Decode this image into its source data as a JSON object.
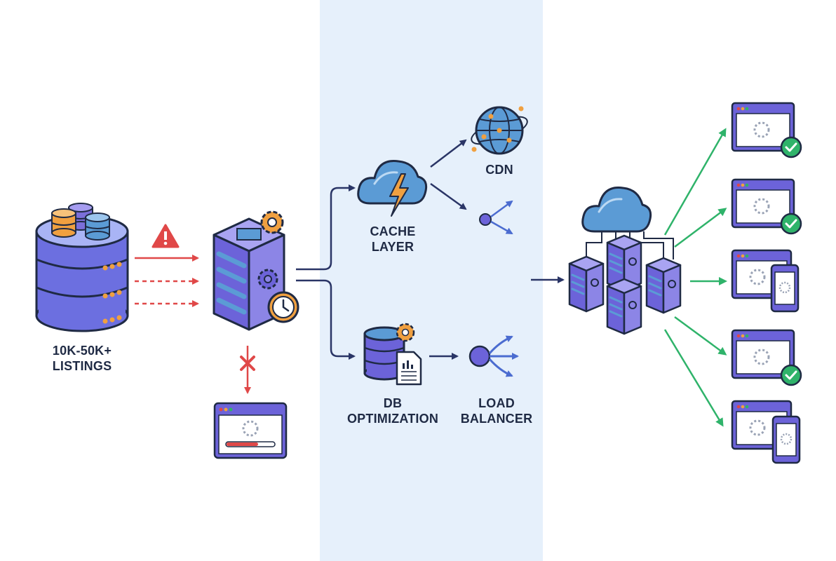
{
  "labels": {
    "listings_line1": "10K-50K+",
    "listings_line2": "LISTINGS",
    "cache_line1": "CACHE",
    "cache_line2": "LAYER",
    "cdn": "CDN",
    "db_line1": "DB",
    "db_line2": "OPTIMIZATION",
    "lb_line1": "LOAD",
    "lb_line2": "BALANCER"
  },
  "colors": {
    "panel": "#e6f0fb",
    "navy": "#1f2a44",
    "purple": "#6c63d9",
    "blue": "#5b9bd5",
    "orange": "#f0a040",
    "red": "#e04848",
    "green": "#2fb36a"
  },
  "icons": [
    "database-stack-icon",
    "warning-icon",
    "server-gear-icon",
    "clock-icon",
    "cross-icon",
    "browser-loading-icon",
    "cloud-bolt-icon",
    "globe-network-icon",
    "share-nodes-icon",
    "database-document-icon",
    "load-balancer-icon",
    "cloud-server-cluster-icon",
    "browser-check-icon",
    "browser-mobile-icon"
  ]
}
